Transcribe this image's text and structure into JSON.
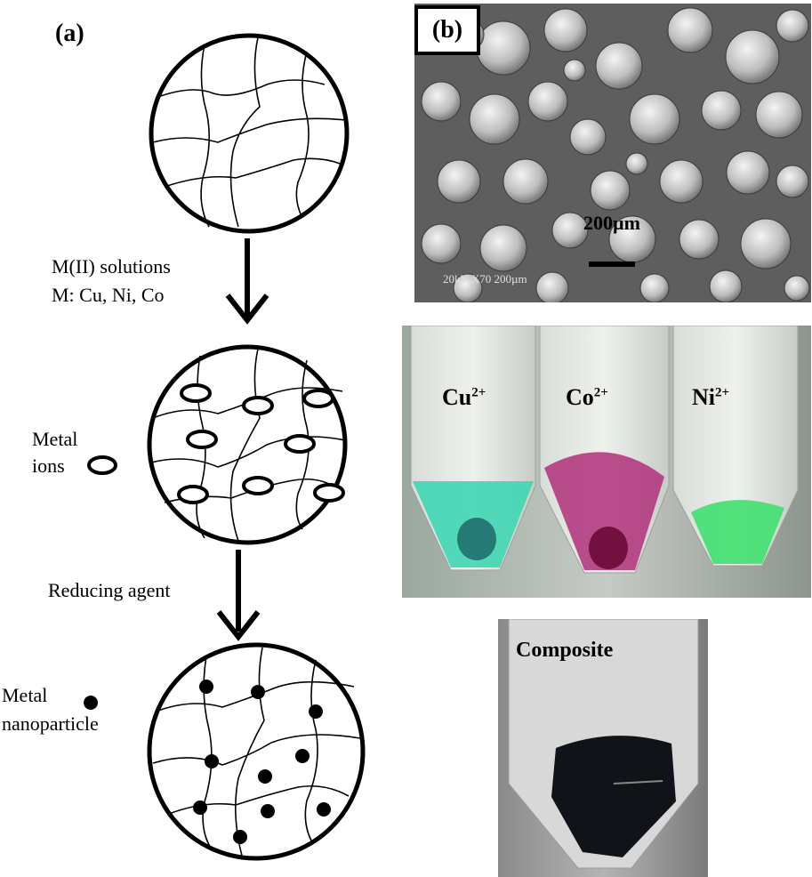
{
  "panel_a": {
    "label": "(a)",
    "step1_line1": "M(II) solutions",
    "step1_line2": "M: Cu, Ni, Co",
    "legend_ions_line1": "Metal",
    "legend_ions_line2": "ions",
    "step2": "Reducing agent",
    "legend_np_line1": "Metal",
    "legend_np_line2": "nanoparticle"
  },
  "panel_b": {
    "label": "(b)",
    "sem_scale": "200µm",
    "sem_caption": "20kV     X70  200µm",
    "tubes": [
      {
        "ion": "Cu",
        "charge": "2+",
        "color": "#3fd6b4"
      },
      {
        "ion": "Co",
        "charge": "2+",
        "color": "#b0307a"
      },
      {
        "ion": "Ni",
        "charge": "2+",
        "color": "#40e070"
      }
    ],
    "composite_label": "Composite"
  }
}
